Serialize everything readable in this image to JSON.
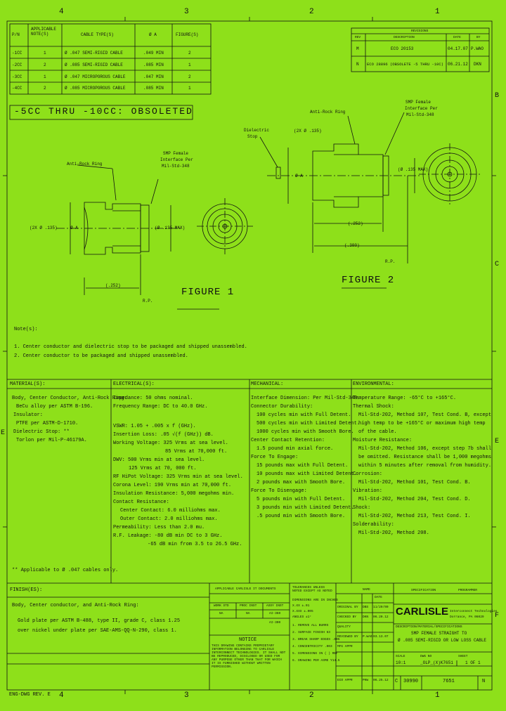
{
  "zones": {
    "top": [
      "4",
      "3",
      "2",
      "1"
    ],
    "bottom": [
      "4",
      "3",
      "2",
      "1"
    ],
    "right": [
      "B",
      "C",
      "E",
      "F"
    ],
    "left_mark": "E"
  },
  "config_table": {
    "headers": [
      "P/N",
      "APPLICABLE NOTE(S)",
      "CABLE TYPE(S)",
      "Ø A",
      "FIGURE(S)"
    ],
    "rows": [
      [
        "-1CC",
        "1",
        "Ø .047 SEMI-RIGID CABLE",
        ".049 MIN",
        "2"
      ],
      [
        "-2CC",
        "2",
        "Ø .085 SEMI-RIGID CABLE",
        ".085 MIN",
        "1"
      ],
      [
        "-3CC",
        "1",
        "Ø .047 MICROPOROUS CABLE",
        ".047 MIN",
        "2"
      ],
      [
        "-4CC",
        "2",
        "Ø .085 MICROPOROUS CABLE",
        ".085 MIN",
        "1"
      ]
    ],
    "obsolete_note": "-5CC THRU -10CC: OBSOLETED"
  },
  "revisions": {
    "title": "REVISIONS",
    "headers": [
      "REV",
      "DESCRIPTION",
      "DATE",
      "BY"
    ],
    "rows": [
      [
        "M",
        "ECO 20153",
        "04.17.07",
        "P.WAO"
      ],
      [
        "N",
        "ECO 28896 (OBSOLETE -5 THRU -10C)",
        "06.21.12",
        "DKN"
      ]
    ]
  },
  "figure1": {
    "label": "FIGURE 1",
    "anti_rock": "Anti-Rock Ring",
    "smp": [
      "SMP Female",
      "Interface Per",
      "Mil-Std-348"
    ],
    "dim_dia": "(2X Ø .135)",
    "dim_a": "Ø A",
    "dim_max": "(Ø .135 MAX)",
    "dim_len": "(.252)",
    "rp": "R.P."
  },
  "figure2": {
    "label": "FIGURE 2",
    "dielectric": [
      "Dielectric",
      "Stop"
    ],
    "anti_rock": "Anti-Rock Ring",
    "smp": [
      "SMP Female",
      "Interface Per",
      "Mil-Std-348"
    ],
    "dim_dia": "(2X Ø .135)",
    "dim_a": "Ø A",
    "dim_max": "(Ø .135 MAX)",
    "dim_len1": "(.252)",
    "dim_len2": "(.300)",
    "rp": "R.P."
  },
  "notes": {
    "heading": "Note(s):",
    "items": [
      "1. Center conductor and dielectric stop to be packaged and shipped unassembled.",
      "2. Center conductor to be packaged and shipped unassembled."
    ]
  },
  "materials": {
    "heading": "MATERIAL(S):",
    "lines": [
      "Body, Center Conductor, Anti-Rock Ring:",
      "BeCu alloy per ASTM B-196.",
      "Insulator:",
      "PTFE per ASTM-D-1710.",
      "Dielectric Stop: **",
      "Torlon per Mil-P-46179A."
    ],
    "footnote": "** Applicable to Ø .047 cables only."
  },
  "electrical": {
    "heading": "ELECTRICAL(S):",
    "lines": [
      "Impedance: 50 ohms nominal.",
      "Frequency Range: DC to 40.0 GHz.",
      "",
      "VSWR: 1.05 + .005 x f (GHz).",
      "Insertion Loss: .05 √(f (GHz)) dB.",
      "Working Voltage: 325 Vrms at sea level.",
      "85 Vrms at 70,000 ft.",
      "DWV: 500 Vrms min at sea level.",
      "125 Vrms at 70, 000 ft.",
      "RF HiPot Voltage: 325 Vrms min at sea level.",
      "Corona Level: 190 Vrms min at 70,000 ft.",
      "Insulation Resistance: 5,000 megohms min.",
      "Contact Resistance:",
      "Center Contact: 6.0 milliohms max.",
      "Outer Contact: 2.0 milliohms max.",
      "Permeability: Less than 2.0 mu.",
      "R.F. Leakage: -80 dB min DC to 3 GHz.",
      "-65 dB min from 3.5 to 26.5 GHz."
    ]
  },
  "mechanical": {
    "heading": "MECHANICAL:",
    "lines": [
      "Interface Dimension: Per Mil-Std-348.",
      "Connector Durability:",
      "100 cycles min with Full Detent.",
      "500 cycles min with Limited Detent.",
      "1000 cycles min with Smooth Bore.",
      "Center Contact Retention:",
      "1.5 pound min axial force.",
      "Force To Engage:",
      "15 pounds max with Full Detent.",
      "10 pounds max with Limited Detent.",
      "2 pounds max with Smooth Bore.",
      "Force To Disengage:",
      "5 pounds min with Full Detent.",
      "3 pounds min with Limited Detent.",
      ".5 pound min with Smooth Bore."
    ]
  },
  "environmental": {
    "heading": "ENVIRONMENTAL:",
    "lines": [
      "Temperature Range: -65°C to +165°C.",
      "Thermal Shock:",
      "Mil-Std-202, Method 107, Test Cond. B, except",
      "high temp to be +165°C or maximum high temp",
      "of the cable.",
      "Moisture Resistance:",
      "Mil-Std-202, Method 106, except step 7b shall",
      "be omitted. Resistance shall be 1,000 megohms",
      "within 5 minutes after removal from humidity.",
      "Corrosion:",
      "Mil-Std-202, Method 101, Test Cond. B.",
      "Vibration:",
      "Mil-Std-202, Method 204, Test Cond. D.",
      "Shock:",
      "Mil-Std-202, Method 213, Test Cond. I.",
      "Solderability:",
      "Mil-Std-202, Method 208."
    ]
  },
  "finish": {
    "heading": "FINISH(ES):",
    "lines": [
      "Body, Center conductor, and Anti-Rock Ring:",
      "Gold plate per ASTM B-488, type II, grade C, class 1.25",
      "over nickel under plate per SAE-AMS-QQ-N-290, class 1."
    ]
  },
  "documents": {
    "heading": "APPLICABLE CARLISLE IT DOCUMENTS",
    "headers": [
      "WORK STD",
      "PROC INST",
      "ASSY INST"
    ],
    "row1": [
      "NA",
      "NA",
      "AI-360"
    ],
    "row2": [
      "",
      "",
      "AI-300"
    ]
  },
  "notice": {
    "heading": "NOTICE",
    "body": "THIS DRAWING CONTAINS PROPRIETARY INFORMATION BELONGING TO CARLISLE INTERCONNECT TECHNOLOGIES. IT SHALL NOT BE REPRODUCED, DISCLOSED OR USED FOR ANY PURPOSE OTHER THAN THAT FOR WHICH IT IS FURNISHED WITHOUT WRITTEN PERMISSION."
  },
  "tolerances": {
    "heading": "TOLERANCES UNLESS NOTED EXCEPT AS NOTED",
    "lines": [
      "DIMENSIONS ARE IN INCHES",
      "X.XX ±.01",
      "X.XXX ±.005",
      "ANGLES ±1°",
      "1. REMOVE ALL BURRS",
      "2. SURFACE FINISH 63",
      "3. BREAK SHARP EDGES .005",
      "4. CONCENTRICITY .003",
      "5. DIMENSIONS IN ( ) REF",
      "6. DRAWING PER ASME Y14.5"
    ]
  },
  "signoff": {
    "headers": [
      "",
      "NAME",
      "DATE"
    ],
    "rows": [
      [
        "ORIGINAL BY",
        "DBS",
        "11/29/00"
      ],
      [
        "CHECKED BY",
        "DKN",
        "06.20.12"
      ],
      [
        "QUALITY",
        "",
        ""
      ],
      [
        "REVIEWED BY",
        "P.WAO",
        "03.13.07"
      ],
      [
        "MFG APPR",
        "",
        ""
      ],
      [
        "ECO APPR",
        "PKW",
        "06.25.12"
      ]
    ]
  },
  "title_block": {
    "spec_label": "SPECIFICATION",
    "prog_label": "PROGRAMMER",
    "company": "CARLISLE",
    "company_sub": [
      "Interconnect Technologies",
      "Dorrance, PA 06029"
    ],
    "description_label": "DESCRIPTION/MATERIAL/SPECIFICATIONS",
    "title_lines": [
      "SMP FEMALE STRAIGHT TO",
      "Ø .085 SEMI-RIGID OR LOW LOSS CABLE"
    ],
    "scale_label": "SCALE",
    "scale": "10:1",
    "dwg_label": "DWG NO",
    "dwg": "_OLP_(X)K7651",
    "sheet_label": "SHEET",
    "sheet": "1 OF 1",
    "size": "C",
    "cage": "30990",
    "part": "7651",
    "rev": "N"
  },
  "footer": "ENG-DWG REV. E"
}
